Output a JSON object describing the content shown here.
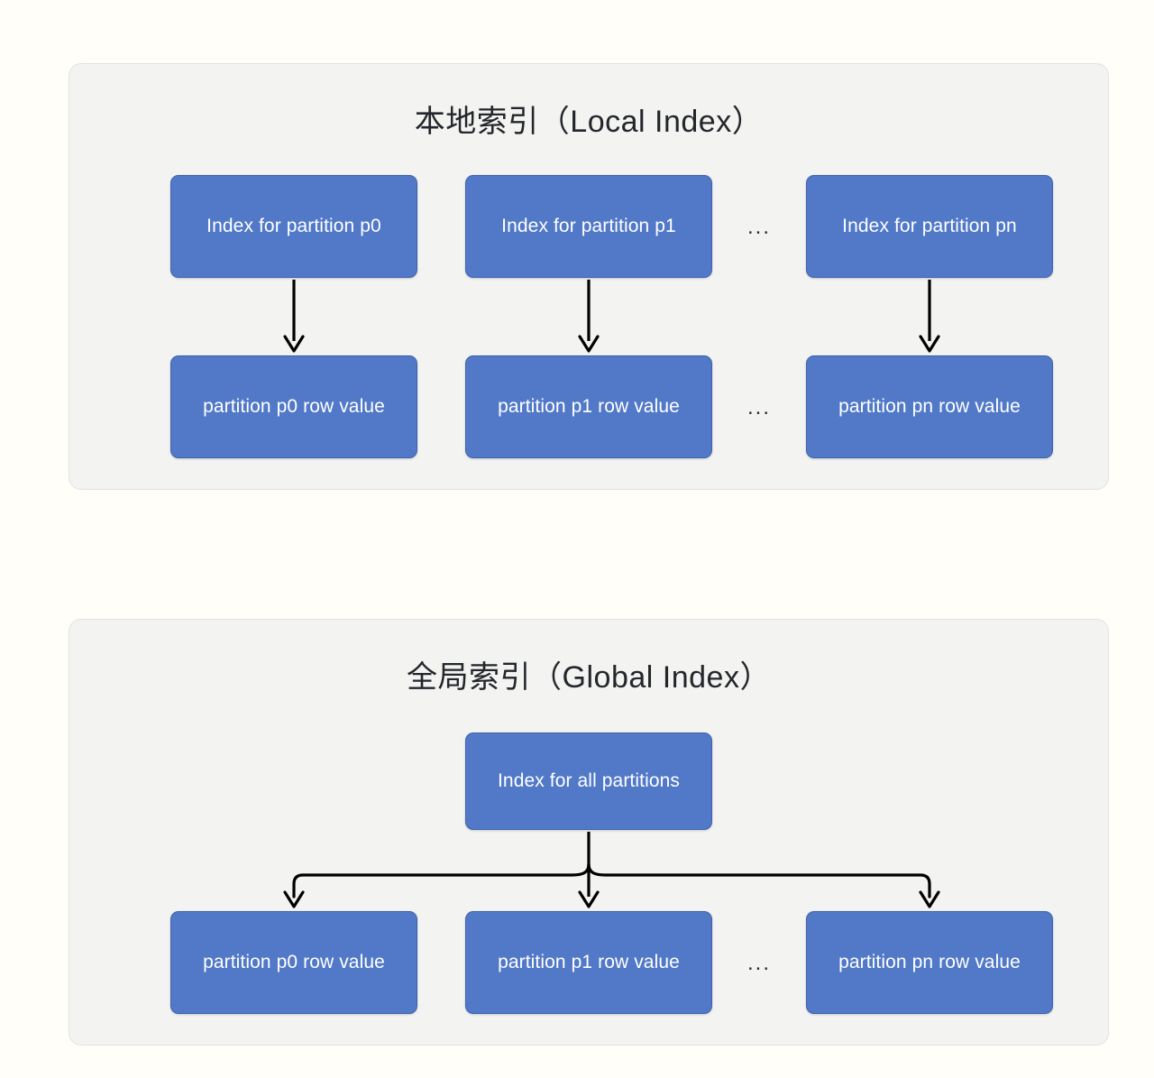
{
  "page": {
    "background_color": "#fffef9",
    "panel_background_color": "#f3f3f1",
    "panel_border_color": "#e2e2e0",
    "node_fill_color": "#5179c8",
    "node_border_color": "#3f63ab",
    "node_text_color": "#ffffff",
    "title_text_color": "#23262b",
    "arrow_color": "#000000"
  },
  "local_index": {
    "title": "本地索引（Local Index）",
    "index_row": [
      {
        "label": "Index for partition p0"
      },
      {
        "label": "Index for partition p1"
      },
      {
        "label": "Index for partition pn"
      }
    ],
    "value_row": [
      {
        "label": "partition p0 row value"
      },
      {
        "label": "partition p1 row value"
      },
      {
        "label": "partition pn row value"
      }
    ],
    "ellipsis_index_row": "...",
    "ellipsis_value_row": "..."
  },
  "global_index": {
    "title": "全局索引（Global Index）",
    "index_node": {
      "label": "Index for all partitions"
    },
    "value_row": [
      {
        "label": "partition p0 row value"
      },
      {
        "label": "partition p1 row value"
      },
      {
        "label": "partition pn row value"
      }
    ],
    "ellipsis_value_row": "..."
  }
}
